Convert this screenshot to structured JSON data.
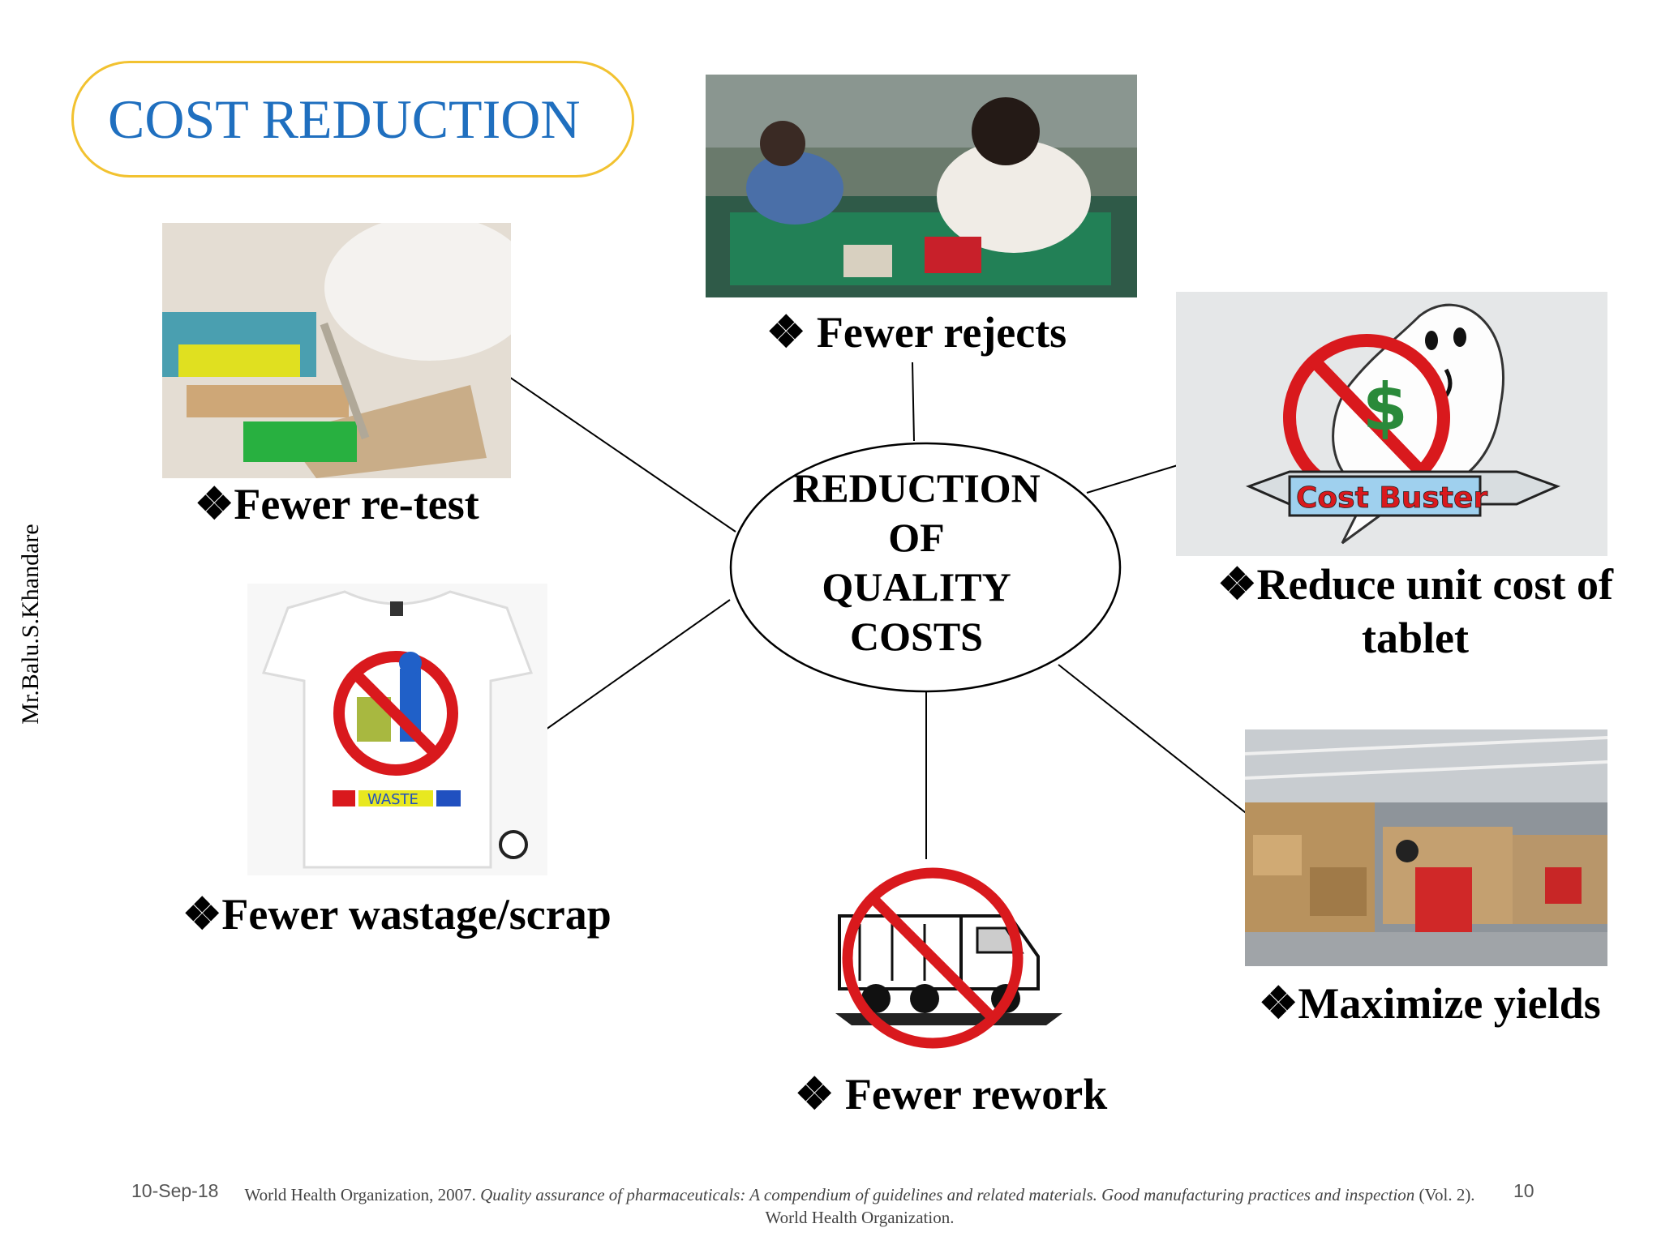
{
  "slide": {
    "title": "COST REDUCTION",
    "author": "Mr.Balu.S.Khandare",
    "center": [
      "REDUCTION",
      "OF",
      "QUALITY",
      "COSTS"
    ],
    "labels": {
      "rejects": "❖ Fewer rejects",
      "retest": "❖Fewer re-test",
      "unit_cost": "❖Reduce unit cost of tablet",
      "wastage": "❖Fewer wastage/scrap",
      "rework": "❖ Fewer rework",
      "yields": "❖Maximize yields"
    },
    "image_text": {
      "cost_buster": "Cost Buster",
      "waste": "WASTE"
    },
    "footer": {
      "date": "10-Sep-18",
      "page": "10",
      "citation_plain": "World Health Organization, 2007. ",
      "citation_italic": "Quality assurance of pharmaceuticals: A compendium of guidelines and related materials. Good manufacturing practices and inspection",
      "citation_tail": " (Vol. 2). World Health Organization."
    }
  },
  "colors": {
    "title": "#1f6fbf",
    "pill_border": "#f2c230",
    "no_sign": "#d9191d"
  },
  "icons": [
    "no-entry-icon",
    "garbage-truck-icon",
    "trash-person-icon"
  ]
}
